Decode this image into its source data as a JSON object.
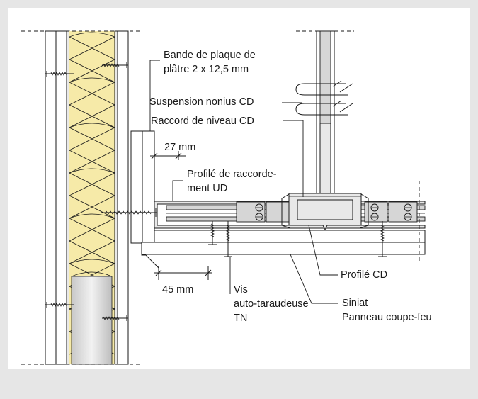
{
  "labels": {
    "bande_plaque": [
      "Bande de plaque de",
      "plâtre 2 x 12,5 mm"
    ],
    "suspension": "Suspension nonius CD",
    "raccord": "Raccord de niveau CD",
    "dim_27": "27 mm",
    "profile_ud": [
      "Profilé de raccorde-",
      "ment UD"
    ],
    "dim_45": "45 mm",
    "profile_cd": "Profilé CD",
    "vis": [
      "Vis",
      "auto-taraudeuse",
      "TN"
    ],
    "siniat": [
      "Siniat",
      "Panneau coupe-feu"
    ]
  },
  "colors": {
    "background_panel": "#e6e6e6",
    "canvas": "#ffffff",
    "insulation": "#f6eaa8",
    "metal": "#e8e8e8",
    "line": "#1a1a1a"
  }
}
